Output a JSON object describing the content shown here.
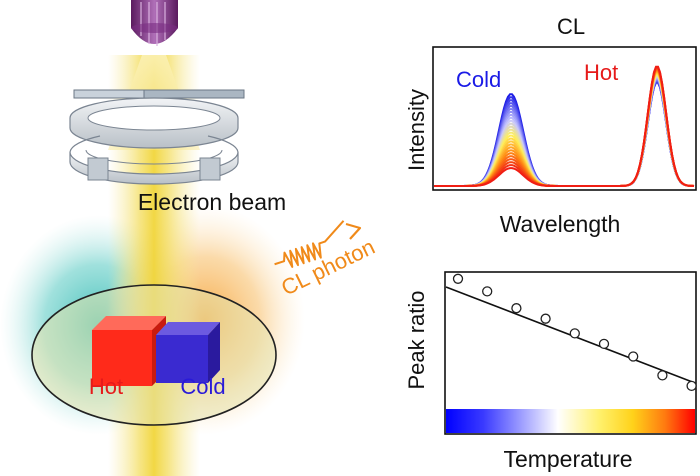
{
  "left_panel": {
    "beam_label": "Electron beam",
    "hot_label": "Hot",
    "cold_label": "Cold",
    "photon_label": "CL photon"
  },
  "cl_panel": {
    "title": "CL",
    "ylabel": "Intensity",
    "xlabel": "Wavelength",
    "cold_label": "Cold",
    "hot_label": "Hot"
  },
  "ratio_panel": {
    "ylabel": "Peak ratio",
    "xlabel": "Temperature"
  },
  "colors": {
    "beam": "#f2d84a",
    "hot": "#ff2a1a",
    "cold": "#2a2ad8",
    "photon": "#f08a1a",
    "cold_text": "#1a1ae6",
    "hot_text": "#e61a1a"
  },
  "chart_data": [
    {
      "type": "line",
      "title": "CL",
      "xlabel": "Wavelength",
      "ylabel": "Intensity",
      "series": [
        {
          "name": "Cold",
          "peak_positions": [
            "left",
            "right"
          ]
        },
        {
          "name": "Hot",
          "peak_positions": [
            "left",
            "right"
          ]
        }
      ]
    },
    {
      "type": "scatter",
      "xlabel": "Temperature",
      "ylabel": "Peak ratio",
      "points": [
        [
          1,
          9.2
        ],
        [
          2,
          8.6
        ],
        [
          3,
          7.8
        ],
        [
          4,
          7.3
        ],
        [
          5,
          6.6
        ],
        [
          6,
          6.1
        ],
        [
          7,
          5.5
        ],
        [
          8,
          4.6
        ],
        [
          9,
          4.1
        ]
      ],
      "trend": "linear decreasing"
    }
  ]
}
